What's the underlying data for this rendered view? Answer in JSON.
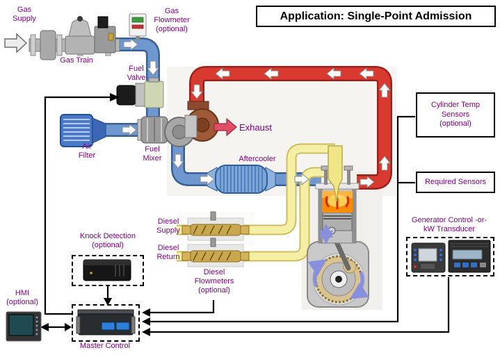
{
  "title": "Application: Single-Point Admission",
  "colors": {
    "label_text": "#800080",
    "title_text": "#000000",
    "gas_air_pipe": "#6e98cf",
    "gas_air_pipe_edge": "#3a5f94",
    "exhaust_pipe": "#d93a30",
    "exhaust_pipe_edge": "#9c211c",
    "diesel_pipe": "#f5efa5",
    "diesel_pipe_edge": "#cdbd62",
    "connection_line": "#000000",
    "combustion": "#ff7a00"
  },
  "components": {
    "gas_supply": {
      "label": "Gas\nSupply"
    },
    "gas_train": {
      "label": "Gas Train"
    },
    "gas_flowmeter": {
      "label": "Gas\nFlowmeter\n(optional)"
    },
    "fuel_valve": {
      "label": "Fuel\nValve"
    },
    "air_filter": {
      "label": "Air\nFilter"
    },
    "fuel_mixer": {
      "label": "Fuel\nMixer"
    },
    "exhaust": {
      "label": "Exhaust"
    },
    "aftercooler": {
      "label": "Aftercooler"
    },
    "diesel_supply": {
      "label": "Diesel\nSupply"
    },
    "diesel_return": {
      "label": "Diesel\nReturn"
    },
    "diesel_flowmeters": {
      "label": "Diesel\nFlowmeters\n(optional)"
    },
    "knock_detection": {
      "label": "Knock Detection\n(optional)"
    },
    "hmi": {
      "label": "HMI\n(optional)"
    },
    "master_control": {
      "label": "Master Control"
    },
    "cylinder_temp_sensors": {
      "label": "Cylinder Temp\nSensors\n(optional)"
    },
    "required_sensors": {
      "label": "Required Sensors"
    },
    "generator_control": {
      "label": "Generator Control -or-\nkW Transducer"
    }
  }
}
